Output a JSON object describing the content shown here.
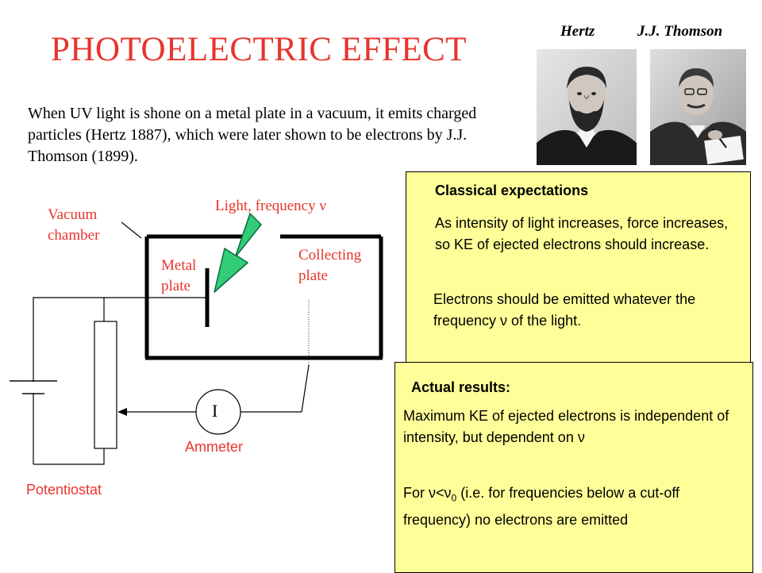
{
  "slide": {
    "title": "PHOTOELECTRIC  EFFECT",
    "intro": "When UV light is shone on a metal plate in a vacuum, it emits charged particles (Hertz 1887), which were later shown to be electrons by J.J. Thomson (1899)."
  },
  "portraits": {
    "hertz_label": "Hertz",
    "thomson_label": "J.J. Thomson"
  },
  "diagram": {
    "light_label": "Light, frequency ν",
    "vacuum_label_1": "Vacuum",
    "vacuum_label_2": "chamber",
    "metal_label_1": "Metal",
    "metal_label_2": "plate",
    "collecting_label_1": "Collecting",
    "collecting_label_2": "plate",
    "ammeter_symbol": "I",
    "ammeter_label": "Ammeter",
    "potentiostat_label": "Potentiostat",
    "colors": {
      "labels": "#e8342c",
      "arrow_fill": "#33cc77",
      "arrow_stroke": "#0a6a40"
    }
  },
  "classical": {
    "heading": "Classical expectations",
    "point1": "As intensity of light increases, force increases, so KE of ejected electrons should increase.",
    "point2": "Electrons should be emitted whatever the frequency ν of the light.",
    "background": "#ffff99"
  },
  "actual": {
    "heading": "Actual results:",
    "point1": "Maximum KE of ejected electrons is independent of intensity, but dependent on ν",
    "point2_pre": "For ν<ν",
    "point2_sub": "0",
    "point2_post": " (i.e. for frequencies below a cut-off frequency) no electrons are emitted",
    "background": "#ffff99"
  }
}
